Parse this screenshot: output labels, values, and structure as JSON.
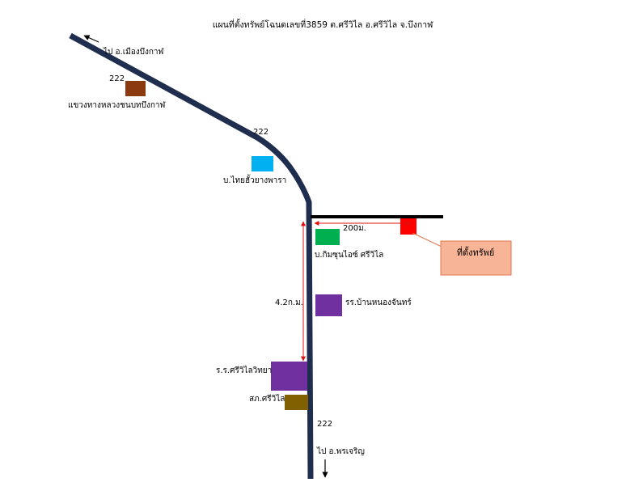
{
  "title": "แผนที่ตั้งทรัพย์โฉนดเลขที่3859 ต.ศรีวิไล อ.ศรีวิไล จ.บึงกาฬ",
  "directions": {
    "to_bueng_kan": "ไป อ.เมืองบึงกาฬ",
    "to_phon_charoen": "ไป อ.พรเจริญ"
  },
  "route_labels": {
    "top": "222",
    "curve": "222",
    "bottom": "222"
  },
  "places": {
    "highway_district": "แขวงทางหลวงชนบทบึงกาฬ",
    "thai_rubber": "บ.ไทยฮั้วยางพารา",
    "kim_soon_ai": "บ.กิมซุนไอซ์ ศรีวิไล",
    "ban_nong_chan_school": "รร.บ้านหนองจันทร์",
    "sriwilai_wittaya_school": "ร.ร.ศรีวิไลวิทยา",
    "sriwilai_police": "สภ.ศรีวิไล"
  },
  "distances": {
    "side_road": "200ม.",
    "main_road": "4.2ก.ม."
  },
  "property_label": "ที่ตั้งทรัพย์",
  "colors": {
    "road": "#1f2d4f",
    "side_road": "#000000",
    "measure": "#e01010",
    "highway_district": "#8b3a0f",
    "thai_rubber": "#00b0f0",
    "kim_soon_ai": "#00b050",
    "ban_nong_chan_school": "#7030a0",
    "sriwilai_wittaya_school": "#7030a0",
    "sriwilai_police": "#806000",
    "property": "#ff0000",
    "callout_fill": "#f8b496",
    "callout_border": "#e07a50"
  }
}
